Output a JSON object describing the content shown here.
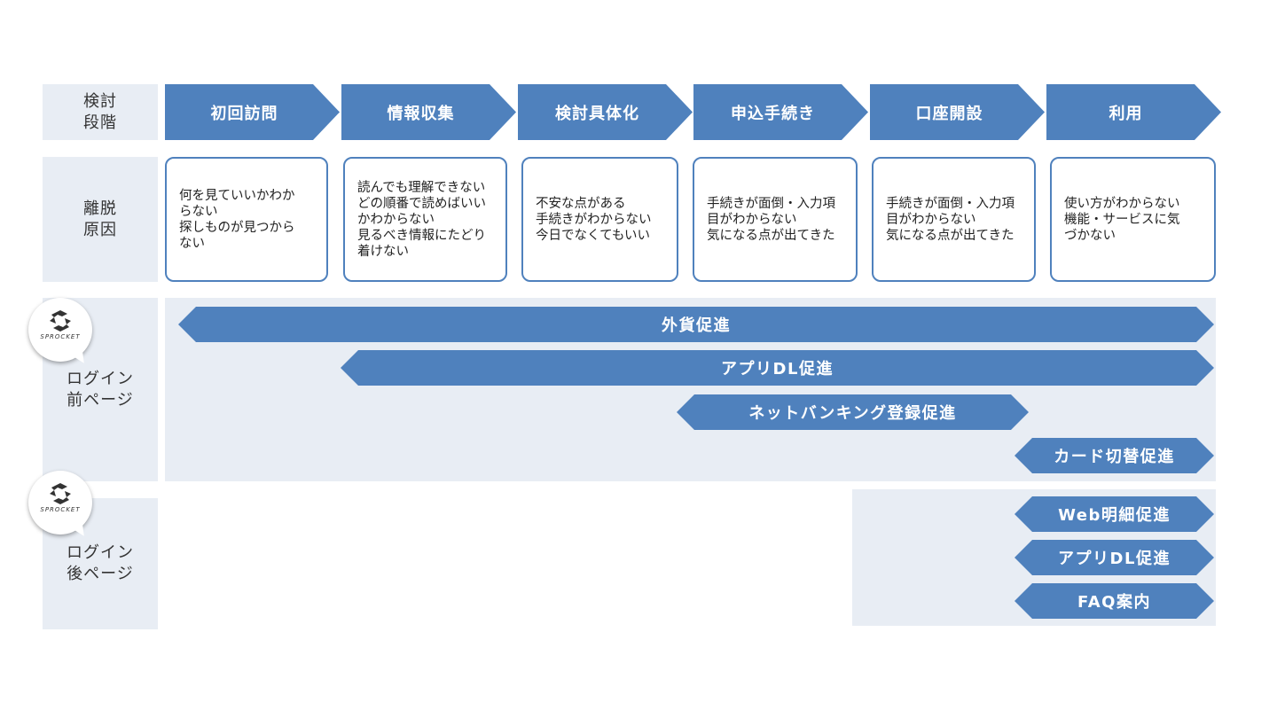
{
  "rows": {
    "stage_label": "検討\n段階",
    "reason_label": "離脱\n原因",
    "before_label": "ログイン\n前ページ",
    "after_label": "ログイン\n後ページ"
  },
  "stages": [
    "初回訪問",
    "情報収集",
    "検討具体化",
    "申込手続き",
    "口座開設",
    "利用"
  ],
  "reasons": [
    "何を見ていいかわか\nらない\n探しものが見つから\nない",
    "読んでも理解できない\nどの順番で読めばいい\nかわからない\n見るべき情報にたどり\n着けない",
    "不安な点がある\n手続きがわからない\n今日でなくてもいい",
    "手続きが面倒・入力項\n目がわからない\n気になる点が出てきた",
    "手続きが面倒・入力項\n目がわからない\n気になる点が出てきた",
    "使い方がわからない\n機能・サービスに気\nづかない"
  ],
  "before_login": [
    "外貨促進",
    "アプリDL促進",
    "ネットバンキング登録促進",
    "カード切替促進"
  ],
  "after_login": [
    "Web明細促進",
    "アプリDL促進",
    "FAQ案内"
  ],
  "badge": {
    "brand": "SPROCKET"
  },
  "colors": {
    "accent": "#4f81bd",
    "panel": "#e8edf4",
    "text": "#333333"
  }
}
